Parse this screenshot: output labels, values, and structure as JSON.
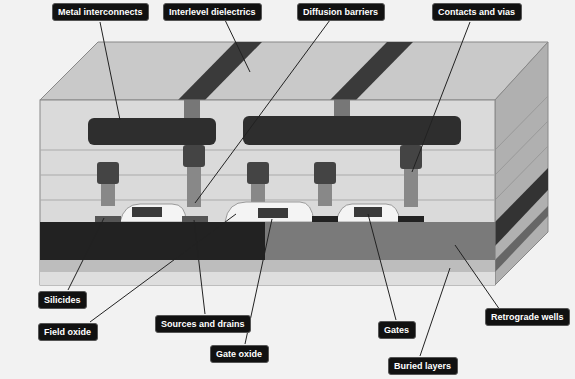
{
  "diagram": {
    "nodes": [
      {
        "text": [
          "Metal interconnects"
        ]
      },
      {
        "text": [
          "Interlevel dielectrics"
        ]
      },
      {
        "text": [
          "Diffusion barriers"
        ]
      },
      {
        "text": [
          "Contacts and vias"
        ]
      },
      {
        "text": [
          "Silicides"
        ]
      },
      {
        "text": [
          "Retrograde wells"
        ]
      },
      {
        "text": [
          "Sources and drains"
        ]
      },
      {
        "text": [
          "Gates"
        ]
      },
      {
        "text": [
          "Field oxide"
        ]
      },
      {
        "text": [
          "Gate oxide"
        ]
      },
      {
        "text": [
          "Buried layers"
        ]
      }
    ]
  }
}
